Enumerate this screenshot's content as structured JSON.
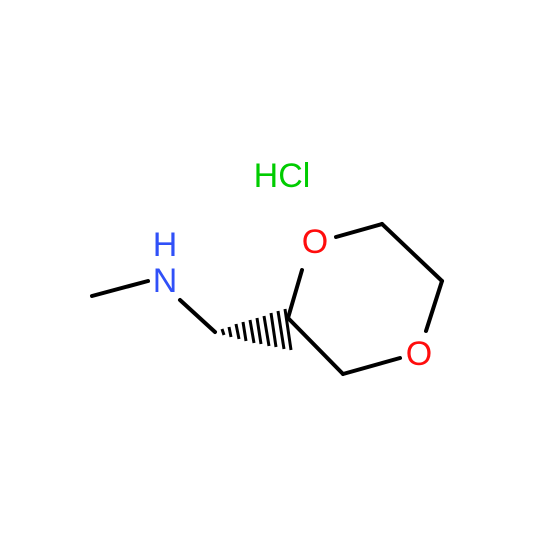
{
  "molecule": {
    "salt": {
      "label": "HCl",
      "color": "#00cc00"
    },
    "atoms": {
      "nitrogen": {
        "label": "N",
        "hydrogen": "H",
        "color": "#3050f8"
      },
      "oxygen_ring_top": {
        "label": "O",
        "color": "#ff0d0d"
      },
      "oxygen_ring_bottom": {
        "label": "O",
        "color": "#ff0d0d"
      }
    },
    "bond_color": "#000000",
    "stereo_bond": "hashed-wedge"
  }
}
